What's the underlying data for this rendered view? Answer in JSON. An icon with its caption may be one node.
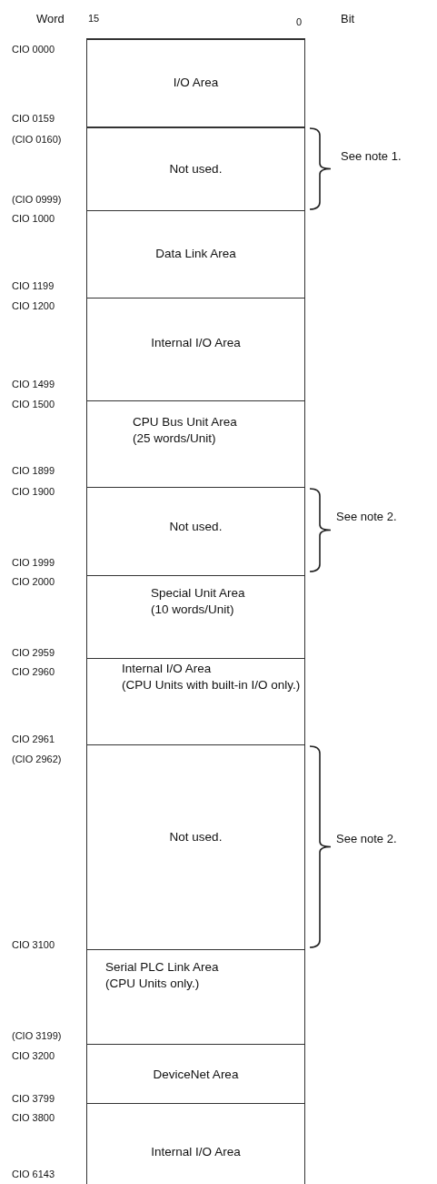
{
  "diagram": {
    "nodes": [
      {
        "text": [
          "I/O Area"
        ]
      },
      {
        "text": [
          "Not used."
        ]
      },
      {
        "text": [
          "Data Link Area"
        ]
      },
      {
        "text": [
          "Internal I/O Area"
        ]
      },
      {
        "text": [
          "CPU Bus Unit Area",
          "(25 words/Unit)"
        ]
      },
      {
        "text": [
          "Not used."
        ]
      },
      {
        "text": [
          "Special Unit Area",
          "(10 words/Unit)"
        ]
      },
      {
        "text": [
          "Internal I/O Area",
          "(CPU Units with built-in I/O only.)"
        ]
      },
      {
        "text": [
          "Not used."
        ]
      },
      {
        "text": [
          "Serial PLC Link Area",
          "(CPU Units only.)"
        ]
      },
      {
        "text": [
          "DeviceNet Area"
        ]
      },
      {
        "text": [
          "Internal I/O Area"
        ]
      }
    ],
    "labels": [
      "Word",
      "15",
      "0",
      "Bit",
      "CIO 0000",
      "CIO 0159",
      "(CIO 0160)",
      "See note 1.",
      "(CIO 0999)",
      "CIO 1000",
      "CIO 1199",
      "CIO 1200",
      "CIO 1499",
      "CIO 1500",
      "CIO 1899",
      "CIO 1900",
      "See note 2.",
      "CIO 1999",
      "CIO 2000",
      "CIO 2959",
      "CIO 2960",
      "CIO 2961",
      "(CIO 2962)",
      "See note 2.",
      "CIO 3100",
      "(CIO 3199)",
      "CIO 3200",
      "CIO 3799",
      "CIO 3800",
      "CIO 6143"
    ]
  }
}
